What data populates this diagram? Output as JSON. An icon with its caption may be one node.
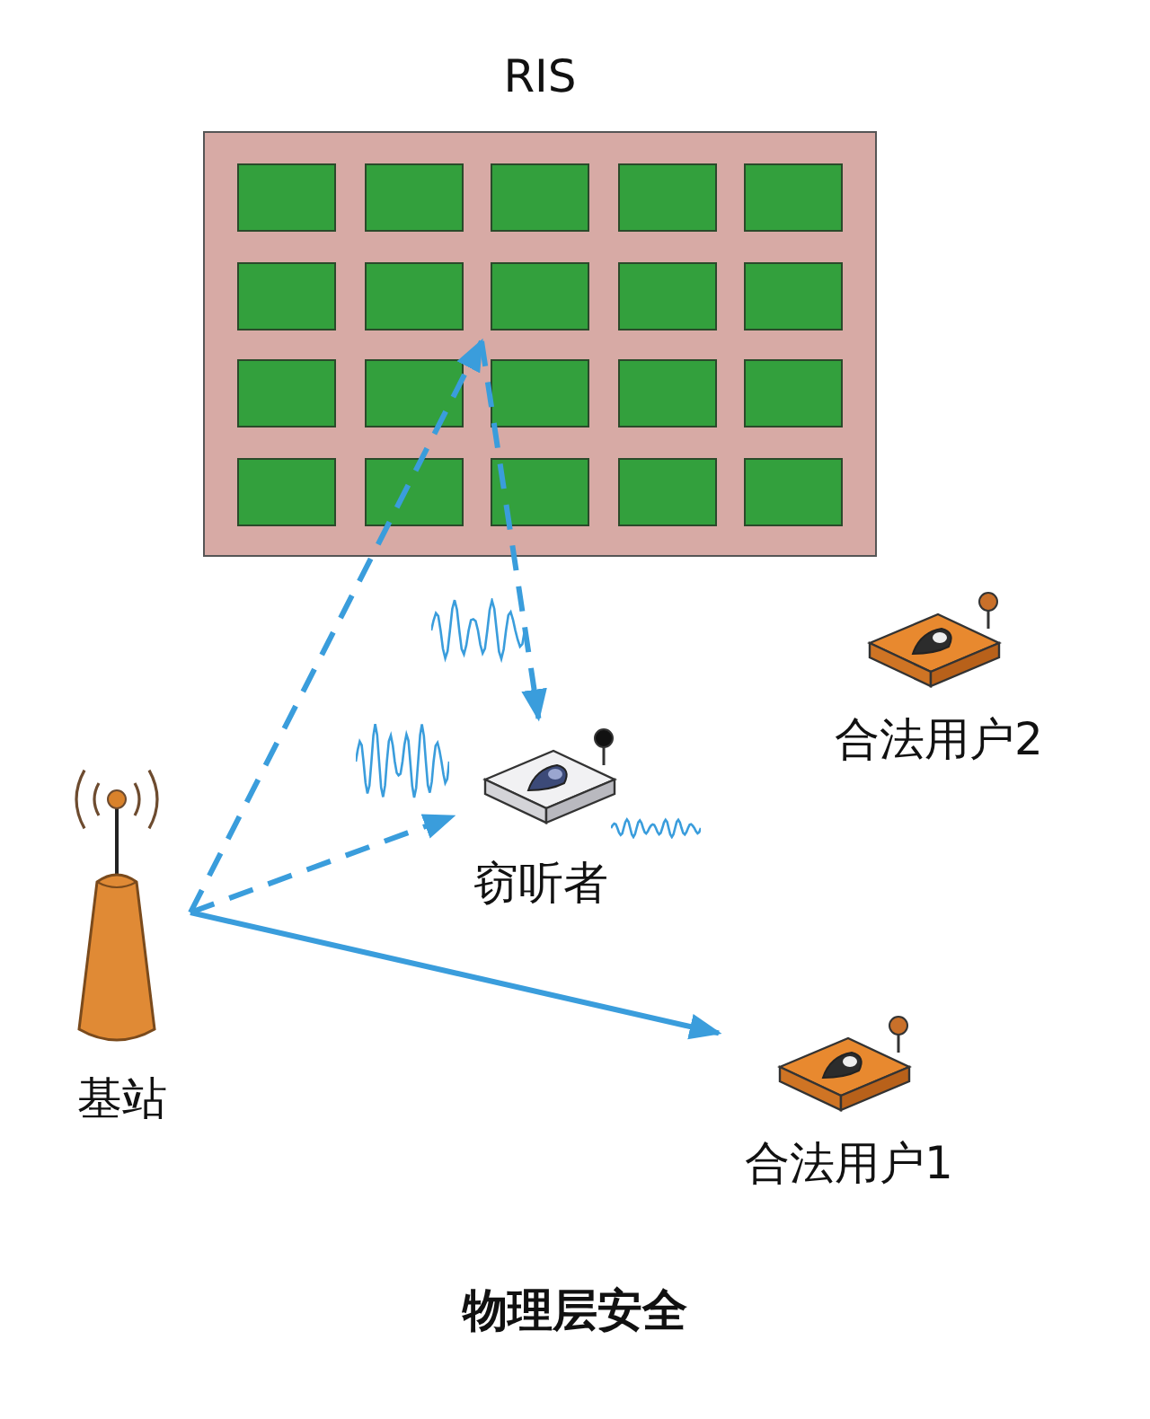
{
  "diagram": {
    "caption": "物理层安全",
    "nodes": [
      {
        "text": [
          "RIS"
        ]
      },
      {
        "text": [
          "基站"
        ]
      },
      {
        "text": [
          "窃听者"
        ]
      },
      {
        "text": [
          "合法用户2"
        ]
      },
      {
        "text": [
          "合法用户1"
        ]
      }
    ],
    "edges": [
      {
        "from": 1,
        "to": 0,
        "arrow": "to",
        "style": "dashed"
      },
      {
        "from": 0,
        "to": 2,
        "arrow": "to",
        "style": "dashed"
      },
      {
        "from": 1,
        "to": 2,
        "arrow": "to",
        "style": "dashed"
      },
      {
        "from": 1,
        "to": 4,
        "arrow": "to"
      }
    ]
  }
}
